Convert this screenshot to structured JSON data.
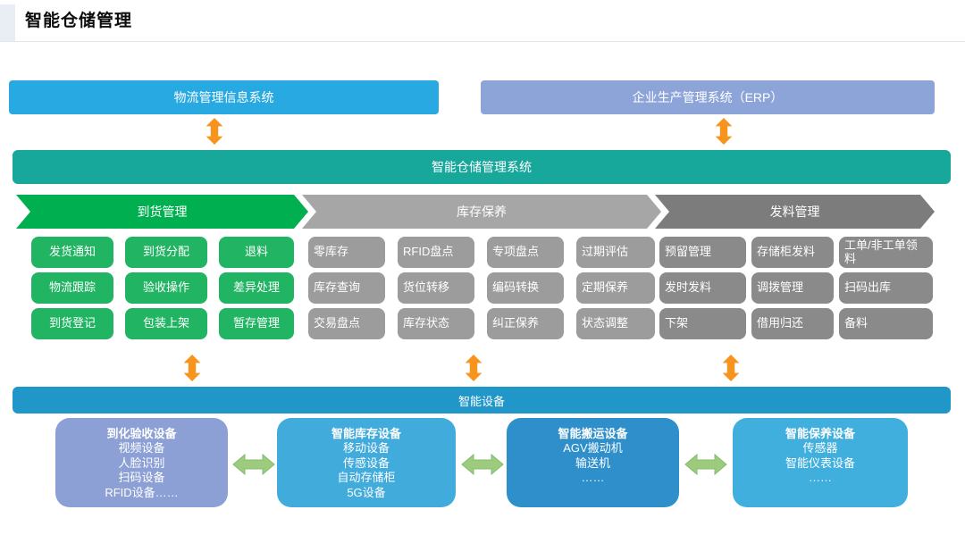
{
  "page": {
    "title": "智能仓储管理"
  },
  "top_systems": {
    "logistics": "物流管理信息系统",
    "erp": "企业生产管理系统（ERP）"
  },
  "wms_bar": {
    "label": "智能仓储管理系统"
  },
  "sections": [
    {
      "header": "到货管理",
      "buttons": [
        "发货通知",
        "到货分配",
        "退料",
        "物流跟踪",
        "验收操作",
        "差异处理",
        "到货登记",
        "包装上架",
        "暂存管理"
      ]
    },
    {
      "header": "库存保养",
      "buttons": [
        "零库存",
        "RFID盘点",
        "专项盘点",
        "过期评估",
        "库存查询",
        "货位转移",
        "编码转换",
        "定期保养",
        "交易盘点",
        "库存状态",
        "纠正保养",
        "状态调整"
      ]
    },
    {
      "header": "发料管理",
      "buttons": [
        "预留管理",
        "存储柜发料",
        "工单/非工单领料",
        "发时发料",
        "调拨管理",
        "扫码出库",
        "下架",
        "借用归还",
        "备料"
      ]
    }
  ],
  "device_bar": {
    "label": "智能设备"
  },
  "device_groups": [
    {
      "title": "到化验收设备",
      "items": [
        "视频设备",
        "人脸识别",
        "扫码设备",
        "RFID设备……"
      ]
    },
    {
      "title": "智能库存设备",
      "items": [
        "移动设备",
        "传感设备",
        "自动存储柜",
        "5G设备"
      ]
    },
    {
      "title": "智能搬运设备",
      "items": [
        "AGV搬动机",
        "输送机",
        "……"
      ]
    },
    {
      "title": "智能保养设备",
      "items": [
        "传感器",
        "智能仪表设备",
        "……"
      ]
    }
  ],
  "icons": {
    "vertical_double_arrow": "double-arrow-vertical-icon",
    "horizontal_double_arrow": "double-arrow-horizontal-icon"
  },
  "colors": {
    "logistics_blue": "#29a9e1",
    "erp_blue": "#8da4d9",
    "wms_teal": "#17a89b",
    "arrival_header_green": "#00b050",
    "arrival_button_green": "#21b462",
    "maintain_header_gray": "#a6a6a6",
    "maintain_button_gray": "#9c9c9c",
    "issue_header_gray": "#7c7c7c",
    "issue_button_gray": "#8a8a8a",
    "device_bar_blue": "#2196c9",
    "box_receiving": "#8ca0d5",
    "box_inventory": "#41abdc",
    "box_handling": "#2e8fcb",
    "box_maintenance": "#41afde",
    "orange_arrow": "#f7941d",
    "green_arrow": "#9ccb7e"
  }
}
